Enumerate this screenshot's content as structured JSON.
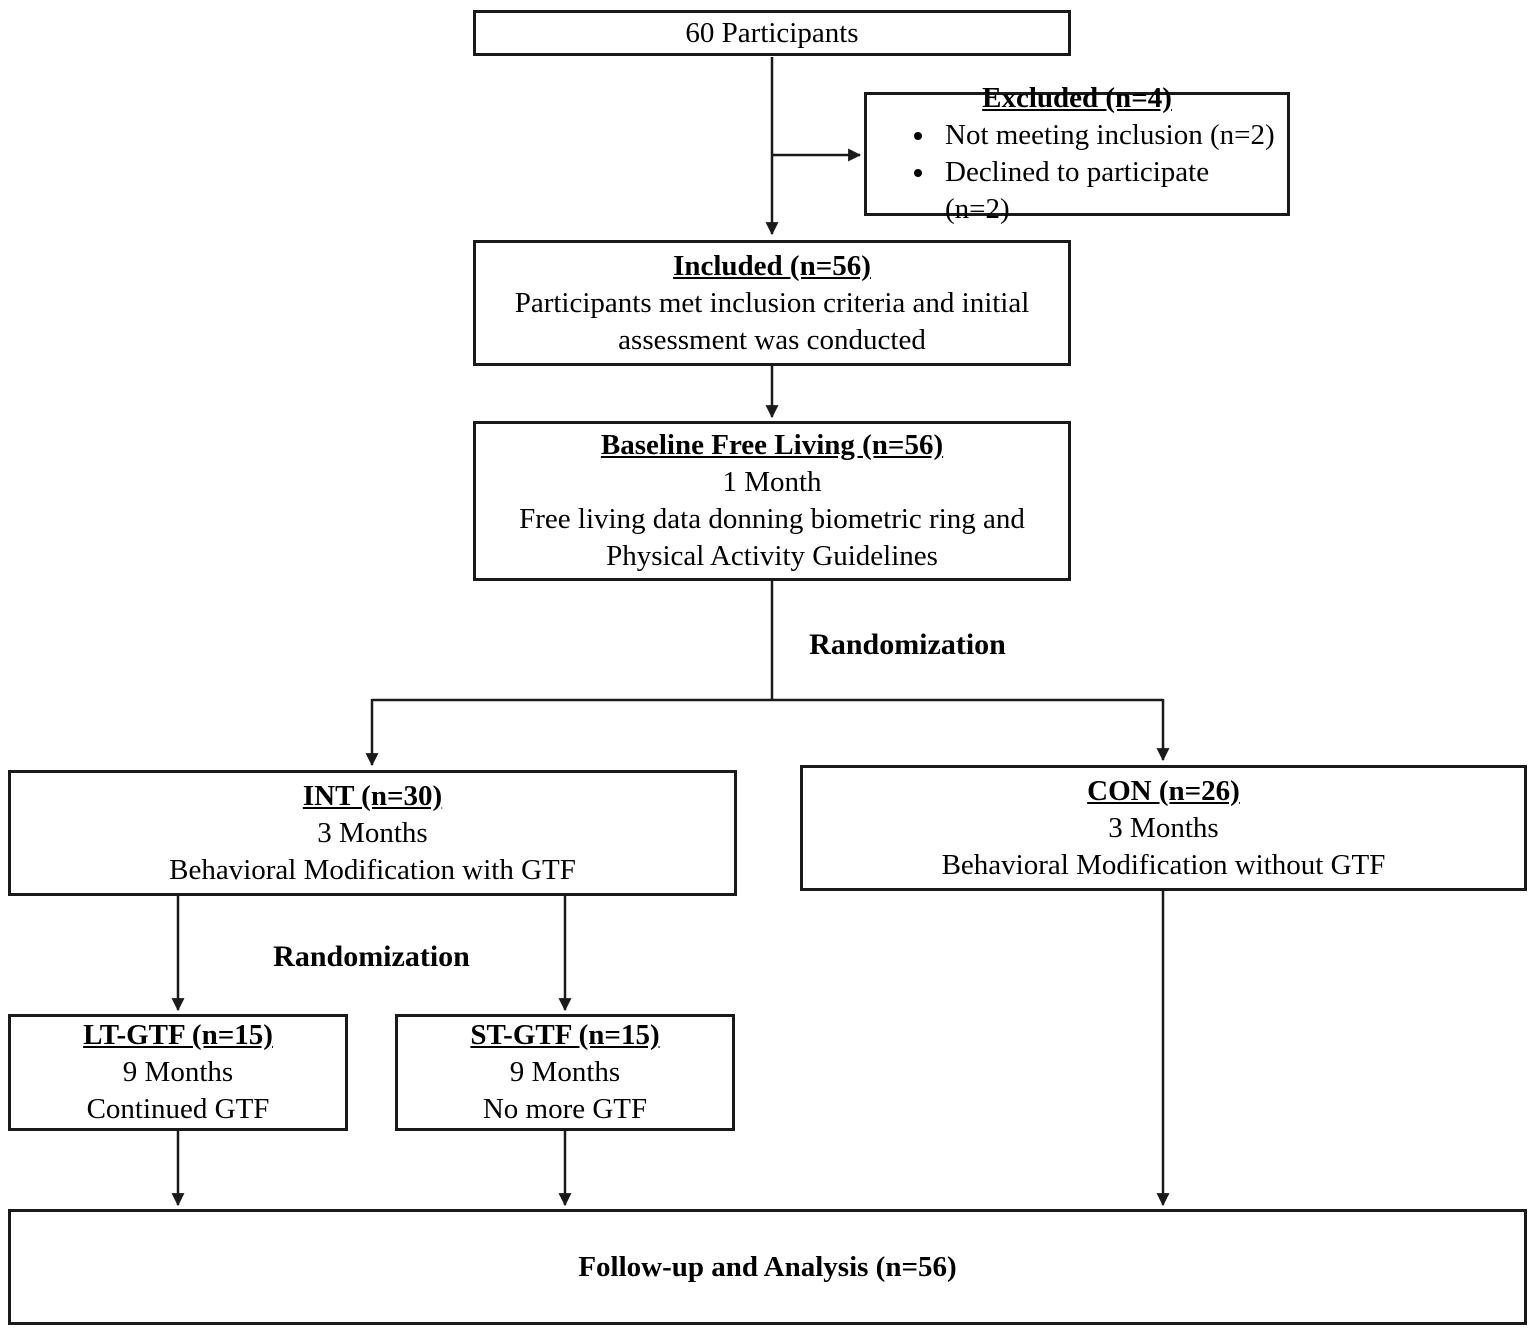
{
  "diagram": {
    "boxes": {
      "participants": {
        "title": "60 Participants"
      },
      "excluded": {
        "title": "Excluded (n=4)",
        "items": [
          "Not meeting inclusion (n=2)",
          "Declined to participate (n=2)"
        ]
      },
      "included": {
        "title": "Included (n=56)",
        "lines": [
          "Participants met inclusion criteria and initial",
          "assessment was conducted"
        ]
      },
      "baseline": {
        "title": "Baseline Free Living (n=56)",
        "lines": [
          "1 Month",
          "Free living data donning biometric ring and",
          "Physical Activity Guidelines"
        ]
      },
      "int_group": {
        "title": "INT (n=30)",
        "lines": [
          "3 Months",
          "Behavioral Modification with GTF"
        ]
      },
      "con_group": {
        "title": "CON (n=26)",
        "lines": [
          "3 Months",
          "Behavioral Modification without GTF"
        ]
      },
      "lt_gtf": {
        "title": "LT-GTF (n=15)",
        "lines": [
          "9 Months",
          "Continued GTF"
        ]
      },
      "st_gtf": {
        "title": "ST-GTF (n=15)",
        "lines": [
          "9 Months",
          "No more GTF"
        ]
      },
      "followup": {
        "title": "Follow-up and Analysis (n=56)"
      }
    },
    "labels": {
      "randomization_top": "Randomization",
      "randomization_mid": "Randomization"
    }
  }
}
